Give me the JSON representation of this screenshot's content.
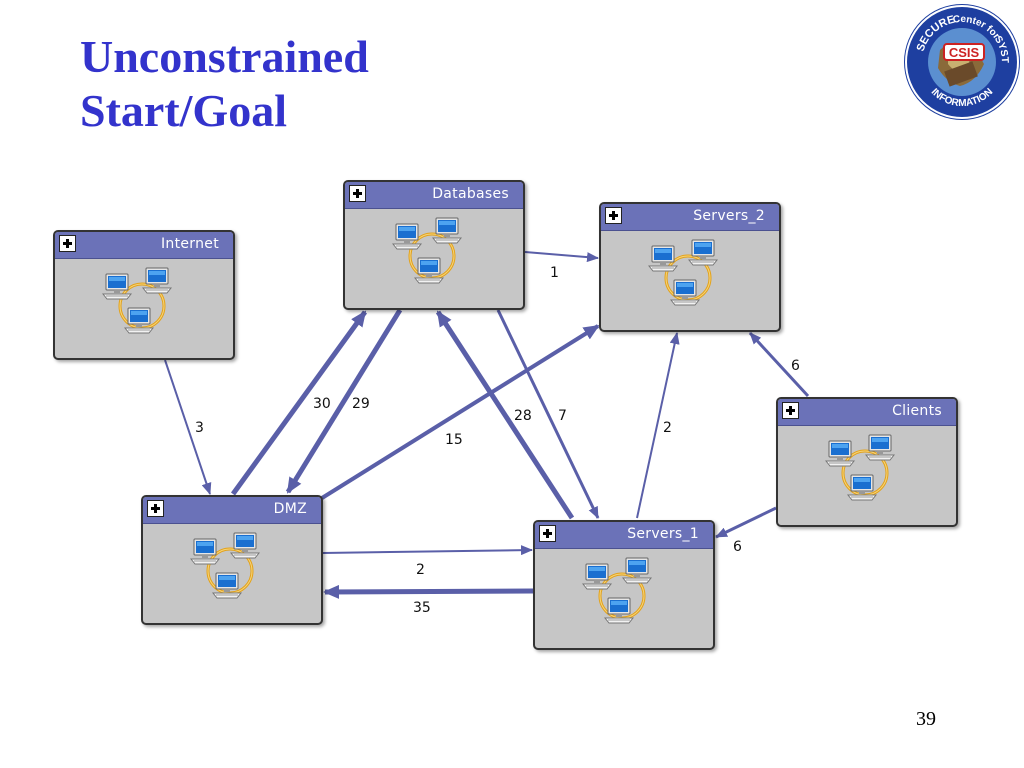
{
  "slide": {
    "title_line1": "Unconstrained",
    "title_line2": "Start/Goal",
    "page_number": "39",
    "logo": {
      "top_text": "Center for",
      "left_text": "SECURE",
      "right_text": "SYSTEMS",
      "bottom_text": "INFORMATION",
      "badge": "CSIS"
    }
  },
  "nodes": [
    {
      "id": "internet",
      "label": "Internet"
    },
    {
      "id": "databases",
      "label": "Databases"
    },
    {
      "id": "servers2",
      "label": "Servers_2"
    },
    {
      "id": "clients",
      "label": "Clients"
    },
    {
      "id": "dmz",
      "label": "DMZ"
    },
    {
      "id": "servers1",
      "label": "Servers_1"
    }
  ],
  "edges": [
    {
      "from": "internet",
      "to": "dmz",
      "label": "3"
    },
    {
      "from": "databases",
      "to": "servers2",
      "label": "1"
    },
    {
      "from": "dmz",
      "to": "databases",
      "label": "30"
    },
    {
      "from": "databases",
      "to": "dmz",
      "label": "29"
    },
    {
      "from": "dmz",
      "to": "servers2",
      "label": "15"
    },
    {
      "from": "servers1",
      "to": "databases",
      "label": "28"
    },
    {
      "from": "databases",
      "to": "servers1",
      "label": "7"
    },
    {
      "from": "servers1",
      "to": "servers2",
      "label": "2"
    },
    {
      "from": "clients",
      "to": "servers2",
      "label": "6"
    },
    {
      "from": "clients",
      "to": "servers1",
      "label": "6"
    },
    {
      "from": "dmz",
      "to": "servers1",
      "label": "2"
    },
    {
      "from": "servers1",
      "to": "dmz",
      "label": "35"
    }
  ],
  "colors": {
    "title": "#3333cc",
    "edge": "#5a5fa8",
    "node_header": "#6b72b8",
    "node_body": "#c6c6c6"
  }
}
